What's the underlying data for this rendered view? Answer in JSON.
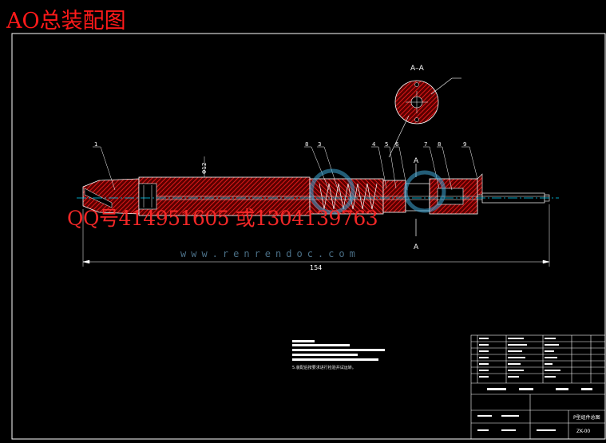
{
  "title": "AO总装配图",
  "contact_overlay": "QQ号414951605 或1304139763",
  "watermark": "www.renrendoc.com",
  "section_label": "A–A",
  "section_marks": [
    "A",
    "A"
  ],
  "diameter_label": "Φ12",
  "overall_length": "154",
  "part_numbers": [
    "1",
    "8",
    "3",
    "4",
    "5",
    "6",
    "7",
    "8",
    "9"
  ],
  "technical_note": "5.装配后按要求进行检验并试运转。",
  "title_block": {
    "drawing_name": "P型组件总图",
    "drawing_code": "ZK-00"
  },
  "colors": {
    "background": "#000000",
    "outline": "#ffffff",
    "hatch": "#d01818",
    "accent": "#ff1a1a",
    "centerline": "#00d8ff"
  }
}
